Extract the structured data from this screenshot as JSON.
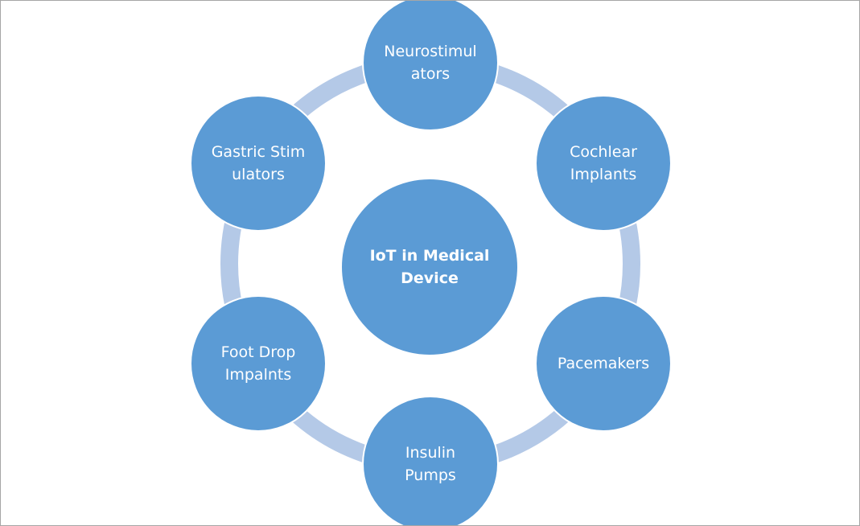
{
  "diagram": {
    "center": "IoT in Medical Device",
    "nodes": [
      "Neurostimulators",
      "Cochlear Implants",
      "Pacemakers",
      "Insulin Pumps",
      "Foot Drop Impalnts",
      "Gastric Stimulators"
    ],
    "colors": {
      "node": "#5b9bd5",
      "ring": "#b4c9e7"
    }
  }
}
